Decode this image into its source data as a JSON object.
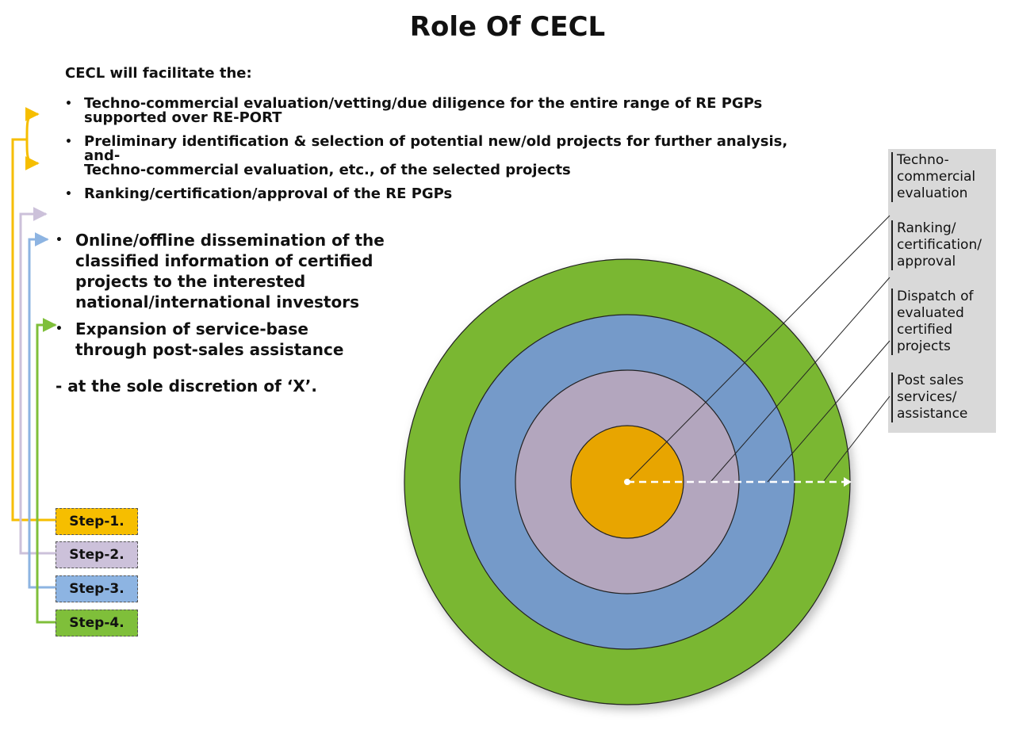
{
  "title": "Role Of CECL",
  "intro": "CECL will facilitate the:",
  "bullets_top": [
    {
      "lines": [
        "Techno-commercial evaluation/vetting/due diligence for the entire range of RE PGPs",
        "supported over RE-PORT"
      ]
    },
    {
      "lines": [
        "Preliminary identification & selection of potential new/old projects for further analysis,",
        "and-",
        "Techno-commercial evaluation, etc., of the selected projects"
      ]
    },
    {
      "lines": [
        "Ranking/certification/approval of the RE PGPs"
      ]
    }
  ],
  "bullets_bottom": [
    {
      "lines": [
        "Online/offline dissemination of the",
        "classified information of certified",
        "projects to the interested",
        "national/international investors"
      ]
    },
    {
      "lines": [
        "Expansion of service-base",
        "through post-sales assistance"
      ]
    }
  ],
  "discretion": "- at the sole discretion of ‘X’.",
  "bullet_glyph": "•",
  "steps": [
    {
      "label": "Step-1.",
      "color": "#f6be00"
    },
    {
      "label": "Step-2.",
      "color": "#ccc1da"
    },
    {
      "label": "Step-3.",
      "color": "#8db4e2"
    },
    {
      "label": "Step-4.",
      "color": "#7fbf3a"
    }
  ],
  "rings": [
    {
      "name": "outer",
      "color": "#7ab733"
    },
    {
      "name": "third",
      "color": "#759ac9"
    },
    {
      "name": "second",
      "color": "#b3a6be"
    },
    {
      "name": "core",
      "color": "#e8a500"
    }
  ],
  "legend": [
    {
      "lines": [
        "Techno-",
        "commercial",
        "evaluation"
      ]
    },
    {
      "lines": [
        "Ranking/",
        "certification/",
        "approval"
      ]
    },
    {
      "lines": [
        "Dispatch of",
        "evaluated",
        "certified",
        "projects"
      ]
    },
    {
      "lines": [
        "Post sales",
        "services/",
        "assistance"
      ]
    }
  ]
}
